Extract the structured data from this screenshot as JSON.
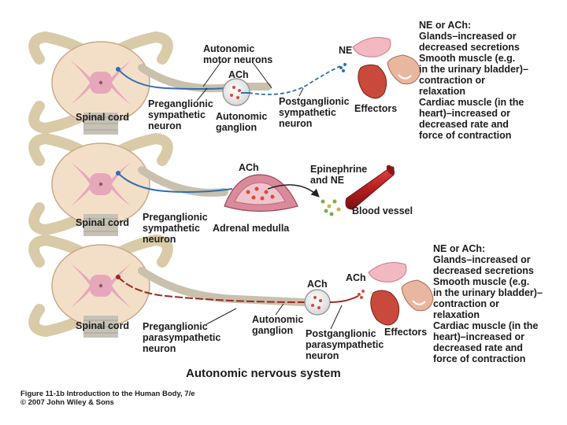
{
  "title": "Autonomic nervous system",
  "caption": {
    "line1": "Figure 11-1b Introduction to the Human Body, 7/e",
    "line2": "© 2007 John Wiley & Sons"
  },
  "panel_top": {
    "spinal_cord": "Spinal cord",
    "preganglionic": "Preganglionic\nsympathetic\nneuron",
    "motor_neurons": "Autonomic\nmotor neurons",
    "ach": "ACh",
    "ganglion": "Autonomic\nganglion",
    "postganglionic": "Postganglionic\nsympathetic\nneuron",
    "ne": "NE",
    "effectors": "Effectors",
    "effects": "NE or ACh:\nGlands–increased or\ndecreased secretions\nSmooth muscle (e.g.\nin the urinary bladder)–\ncontraction or\nrelaxation\nCardiac muscle (in the\nheart)–increased or\ndecreased rate and\nforce of contraction"
  },
  "panel_middle": {
    "spinal_cord": "Spinal cord",
    "preganglionic": "Preganglionic\nsympathetic\nneuron",
    "ach": "ACh",
    "adrenal": "Adrenal medulla",
    "epinephrine": "Epinephrine\nand NE",
    "blood_vessel": "Blood vessel"
  },
  "panel_bottom": {
    "spinal_cord": "Spinal cord",
    "preganglionic": "Preganglionic\nparasympathetic\nneuron",
    "ganglion": "Autonomic\nganglion",
    "ach1": "ACh",
    "ach2": "ACh",
    "postganglionic": "Postganglionic\nparasympathetic\nneuron",
    "effectors": "Effectors",
    "effects": "NE or ACh:\nGlands–increased or\ndecreased secretions\nSmooth muscle (e.g.\nin the urinary bladder)–\ncontraction or\nrelaxation\nCardiac muscle (in the\nheart)–increased or\ndecreased rate and\nforce of contraction"
  },
  "colors": {
    "cord": "#f3dfc8",
    "grey_matter": "#e7a7bb",
    "nerve": "#c9c0ad",
    "sympathetic_axon": "#2f6fb0",
    "parasympathetic_axon": "#9c2b22",
    "blood_vessel": "#b51f1f",
    "gland": "#f2b9c3",
    "vesicle": "#d64a3a"
  }
}
